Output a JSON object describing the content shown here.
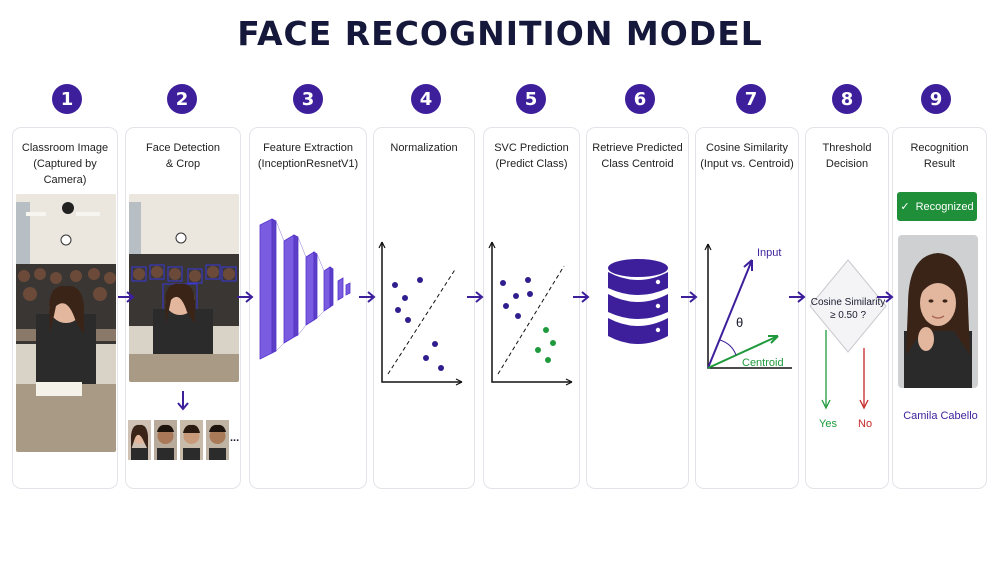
{
  "title": "FACE RECOGNITION MODEL",
  "steps": [
    {
      "num": "1",
      "line1": "Classroom Image",
      "line2": "(Captured by Camera)"
    },
    {
      "num": "2",
      "line1": "Face Detection",
      "line2": "& Crop"
    },
    {
      "num": "3",
      "line1": "Feature Extraction",
      "line2": "(InceptionResnetV1)"
    },
    {
      "num": "4",
      "line1": "Normalization",
      "line2": ""
    },
    {
      "num": "5",
      "line1": "SVC Prediction",
      "line2": "(Predict Class)"
    },
    {
      "num": "6",
      "line1": "Retrieve Predicted",
      "line2": "Class Centroid"
    },
    {
      "num": "7",
      "line1": "Cosine Similarity",
      "line2": "(Input vs. Centroid)"
    },
    {
      "num": "8",
      "line1": "Threshold",
      "line2": "Decision"
    },
    {
      "num": "9",
      "line1": "Recognition",
      "line2": "Result"
    }
  ],
  "crop_more": "...",
  "cosine": {
    "input_label": "Input",
    "centroid_label": "Centroid",
    "angle_label": "θ"
  },
  "threshold": {
    "line1": "Cosine Similarity",
    "line2": "≥ 0.50 ?",
    "yes": "Yes",
    "no": "No"
  },
  "result": {
    "badge": "Recognized",
    "badge_icon": "check-icon",
    "name": "Camila Cabello"
  },
  "colors": {
    "accent": "#3d1f9c",
    "cluster_a": "#2f1e8e",
    "cluster_b": "#1e9a3c",
    "yes": "#1e9a3c",
    "no": "#c62828"
  }
}
